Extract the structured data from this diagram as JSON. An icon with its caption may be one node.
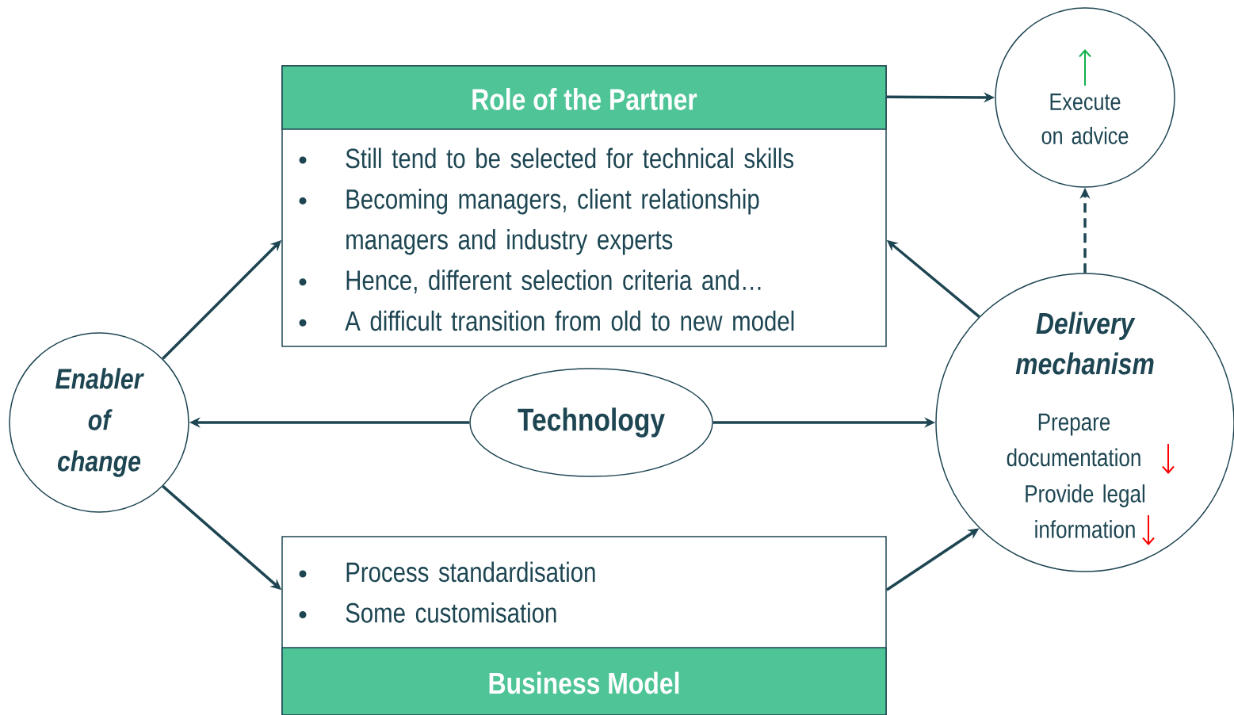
{
  "diagram": {
    "nodes": [
      {
        "text": [
          "Role of the Partner",
          "Still tend to be selected for technical skills",
          "Becoming managers, client relationship managers and industry experts",
          "Hence, different selection criteria and…",
          "A difficult transition from old to new model"
        ]
      },
      {
        "text": [
          "Execute on advice"
        ]
      },
      {
        "text": [
          "Enabler of change"
        ]
      },
      {
        "text": [
          "Technology"
        ]
      },
      {
        "text": [
          "Delivery mechanism",
          "Prepare documentation",
          "Provide legal information"
        ]
      },
      {
        "text": [
          "Process standardisation",
          "Some customisation",
          "Business Model"
        ]
      }
    ],
    "edges": [
      {
        "from": 0,
        "to": 1,
        "arrow": "to"
      },
      {
        "from": 4,
        "to": 1,
        "arrow": "to",
        "style": "dashed"
      },
      {
        "from": 2,
        "to": 0,
        "arrow": "to"
      },
      {
        "from": 4,
        "to": 0,
        "arrow": "to"
      },
      {
        "from": 3,
        "to": 2,
        "arrow": "to"
      },
      {
        "from": 3,
        "to": 4,
        "arrow": "to"
      },
      {
        "from": 2,
        "to": 5,
        "arrow": "to"
      },
      {
        "from": 5,
        "to": 4,
        "arrow": "to"
      }
    ]
  }
}
